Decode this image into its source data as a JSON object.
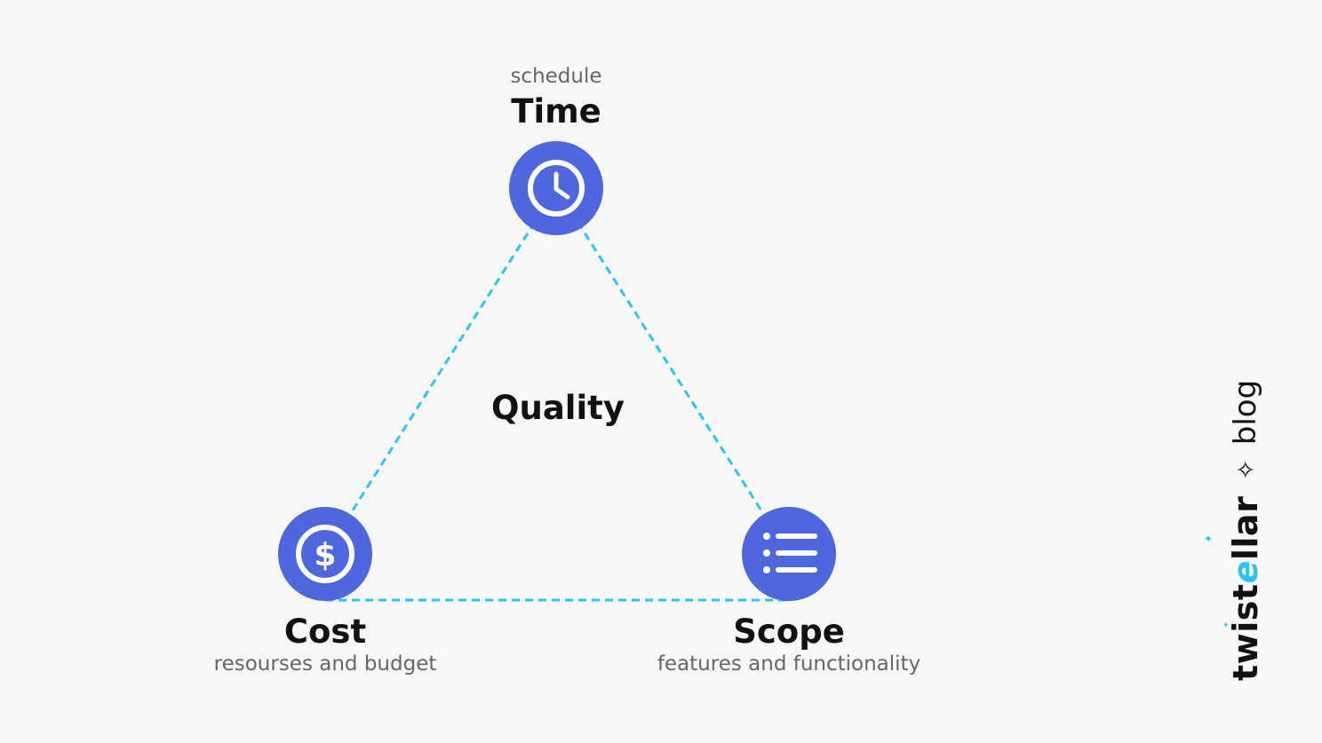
{
  "nodes": {
    "time": {
      "title": "Time",
      "subtitle": "schedule",
      "icon": "clock-icon"
    },
    "cost": {
      "title": "Cost",
      "subtitle": "resourses and budget",
      "icon": "dollar-icon"
    },
    "scope": {
      "title": "Scope",
      "subtitle": "features and functionality",
      "icon": "list-icon"
    }
  },
  "center_label": "Quality",
  "brand": {
    "name_prefix": "twist",
    "name_accent": "e",
    "name_suffix": "llar",
    "separator": "✧",
    "tag": "blog"
  },
  "colors": {
    "background": "#f7f7f7",
    "node_fill": "#4f67dd",
    "edge": "#2ec3f5",
    "brand_accent": "#2ec3f5"
  }
}
